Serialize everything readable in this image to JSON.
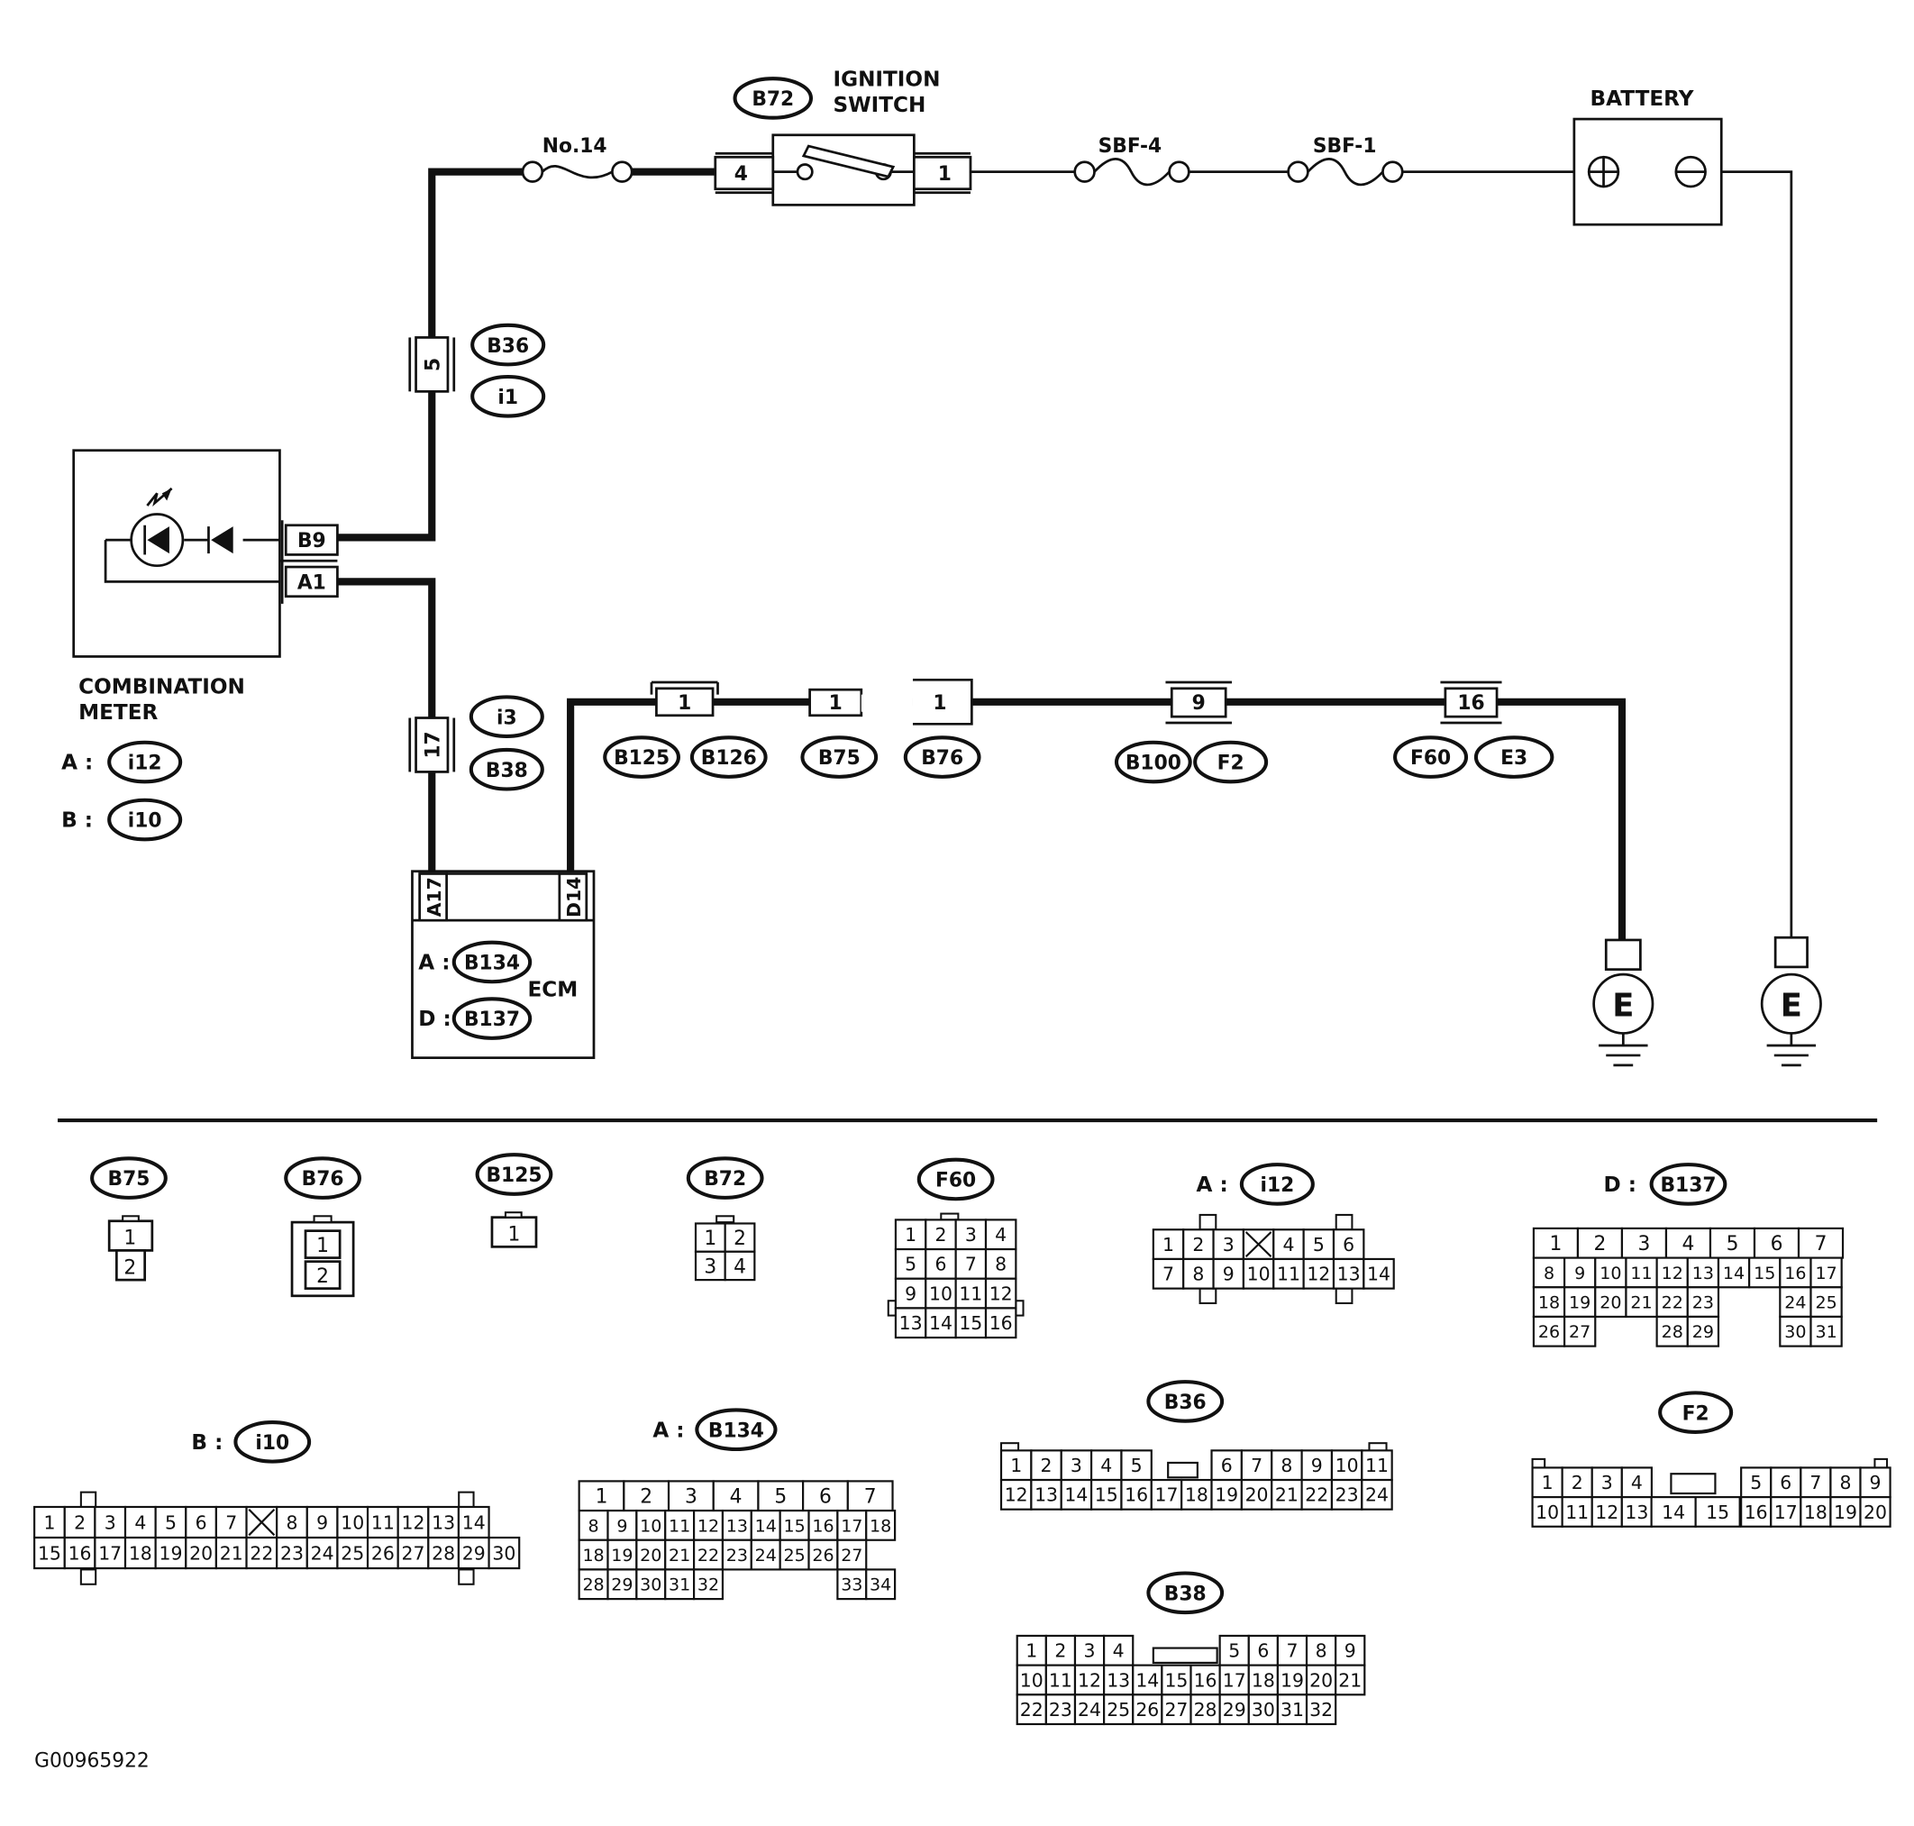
{
  "components": {
    "ignition_switch": {
      "title_line1": "IGNITION",
      "title_line2": "SWITCH",
      "connector": "B72",
      "pin_in": "4",
      "pin_out": "1"
    },
    "battery": {
      "title": "BATTERY",
      "plus": "+",
      "minus": "−"
    },
    "fuses": {
      "no14": "No.14",
      "sbf4": "SBF-4",
      "sbf1": "SBF-1"
    },
    "combination_meter": {
      "title_line1": "COMBINATION",
      "title_line2": "METER",
      "pin_b": "B9",
      "pin_a": "A1",
      "conn_a_prefix": "A :",
      "conn_a": "i12",
      "conn_b_prefix": "B :",
      "conn_b": "i10"
    },
    "ecm": {
      "title": "ECM",
      "pin_a": "A17",
      "pin_d": "D14",
      "conn_a_prefix": "A :",
      "conn_a": "B134",
      "conn_d_prefix": "D :",
      "conn_d": "B137"
    },
    "ground": {
      "symbol": "E"
    }
  },
  "joints": {
    "j5": {
      "pin": "5",
      "conn1": "B36",
      "conn2": "i1"
    },
    "j17": {
      "pin": "17",
      "conn1": "i3",
      "conn2": "B38"
    },
    "j_b125": {
      "pin": "1",
      "conn1": "B125",
      "conn2": "B126"
    },
    "j_b75": {
      "pin": "1",
      "conn": "B75"
    },
    "j_b76": {
      "pin": "1",
      "conn": "B76"
    },
    "j9": {
      "pin": "9",
      "conn1": "B100",
      "conn2": "F2"
    },
    "j16": {
      "pin": "16",
      "conn1": "F60",
      "conn2": "E3"
    }
  },
  "connector_views": {
    "b75": {
      "name": "B75"
    },
    "b76": {
      "name": "B76"
    },
    "b125": {
      "name": "B125"
    },
    "b72": {
      "name": "B72"
    },
    "f60": {
      "name": "F60"
    },
    "i12": {
      "prefix": "A :",
      "name": "i12"
    },
    "b137": {
      "prefix": "D :",
      "name": "B137"
    },
    "i10": {
      "prefix": "B :",
      "name": "i10"
    },
    "b134": {
      "prefix": "A :",
      "name": "B134"
    },
    "b36": {
      "name": "B36"
    },
    "f2": {
      "name": "F2"
    },
    "b38": {
      "name": "B38"
    }
  },
  "figure_code": "G00965922"
}
